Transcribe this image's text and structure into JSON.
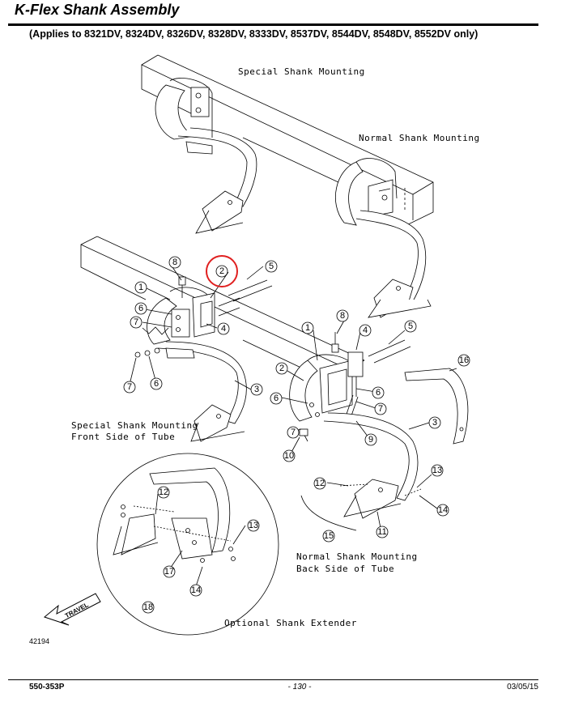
{
  "header": {
    "title": "K-Flex Shank Assembly",
    "subtitle": "(Applies to 8321DV, 8324DV, 8326DV, 8328DV, 8333DV, 8537DV, 8544DV, 8548DV, 8552DV only)"
  },
  "captions": {
    "special_top": "Special Shank Mounting",
    "normal_top": "Normal Shank Mounting",
    "special_front_1": "Special Shank Mounting",
    "special_front_2": "Front Side of Tube",
    "normal_back_1": "Normal Shank Mounting",
    "normal_back_2": "Back Side of Tube",
    "optional": "Optional Shank Extender",
    "travel": "TRAVEL"
  },
  "callouts": {
    "c1a": "1",
    "c2a": "2",
    "c3a": "3",
    "c4a": "4",
    "c5a": "5",
    "c6a": "6",
    "c6b": "6",
    "c7a": "7",
    "c7b": "7",
    "c8a": "8",
    "c1b": "1",
    "c2b": "2",
    "c3b": "3",
    "c4b": "4",
    "c5b": "5",
    "c6c": "6",
    "c6d": "6",
    "c7c": "7",
    "c7d": "7",
    "c8b": "8",
    "c9": "9",
    "c10": "10",
    "c11": "11",
    "c12a": "12",
    "c13a": "13",
    "c14a": "14",
    "c15": "15",
    "c16": "16",
    "c12b": "12",
    "c13b": "13",
    "c14b": "14",
    "c17": "17",
    "c18": "18"
  },
  "figure_id": "42194",
  "footer": {
    "doc_number": "550-353P",
    "page": "- 130 -",
    "date": "03/05/15"
  },
  "colors": {
    "highlight": "#e02020",
    "ink": "#000000"
  }
}
